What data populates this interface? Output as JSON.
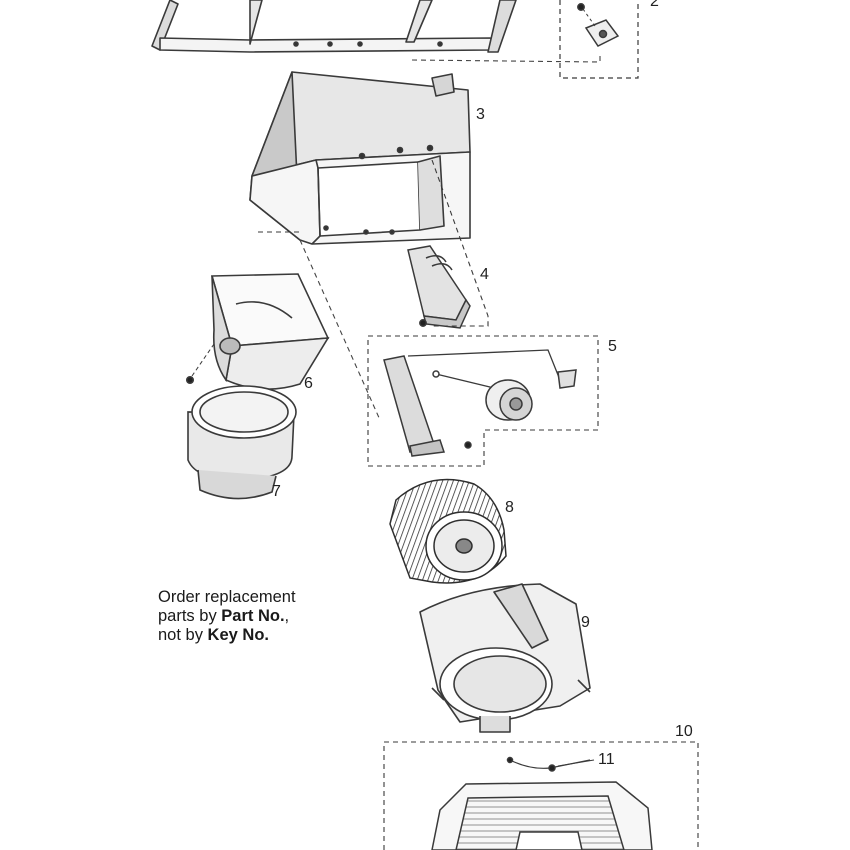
{
  "keys": {
    "k2": "2",
    "k3": "3",
    "k4": "4",
    "k5": "5",
    "k6": "6",
    "k7": "7",
    "k8": "8",
    "k9": "9",
    "k10": "10",
    "k11": "11"
  },
  "note": {
    "line1": "Order replacement",
    "line2_prefix": "parts by ",
    "line2_bold": "Part No.",
    "line2_suffix": ",",
    "line3_prefix": "not by ",
    "line3_bold": "Key No."
  },
  "colors": {
    "line": "#3a3a3a",
    "fill_light": "#f2f2f2",
    "fill_mid": "#d8d8d8",
    "fill_dark": "#b5b5b5"
  }
}
